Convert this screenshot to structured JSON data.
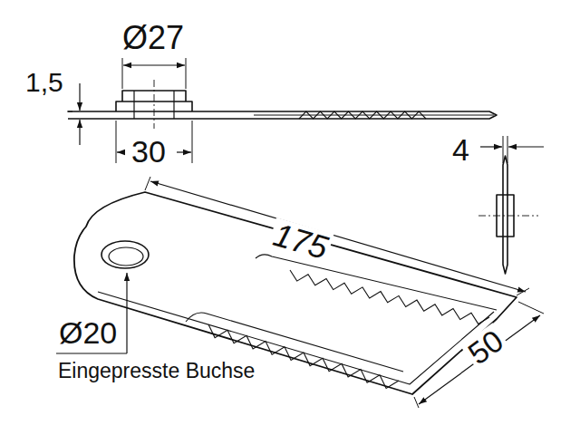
{
  "diagram": {
    "labels": [
      "Ø27",
      "1,5",
      "30",
      "4",
      "175",
      "Ø20",
      "Eingepresste Buchse",
      "50"
    ]
  }
}
